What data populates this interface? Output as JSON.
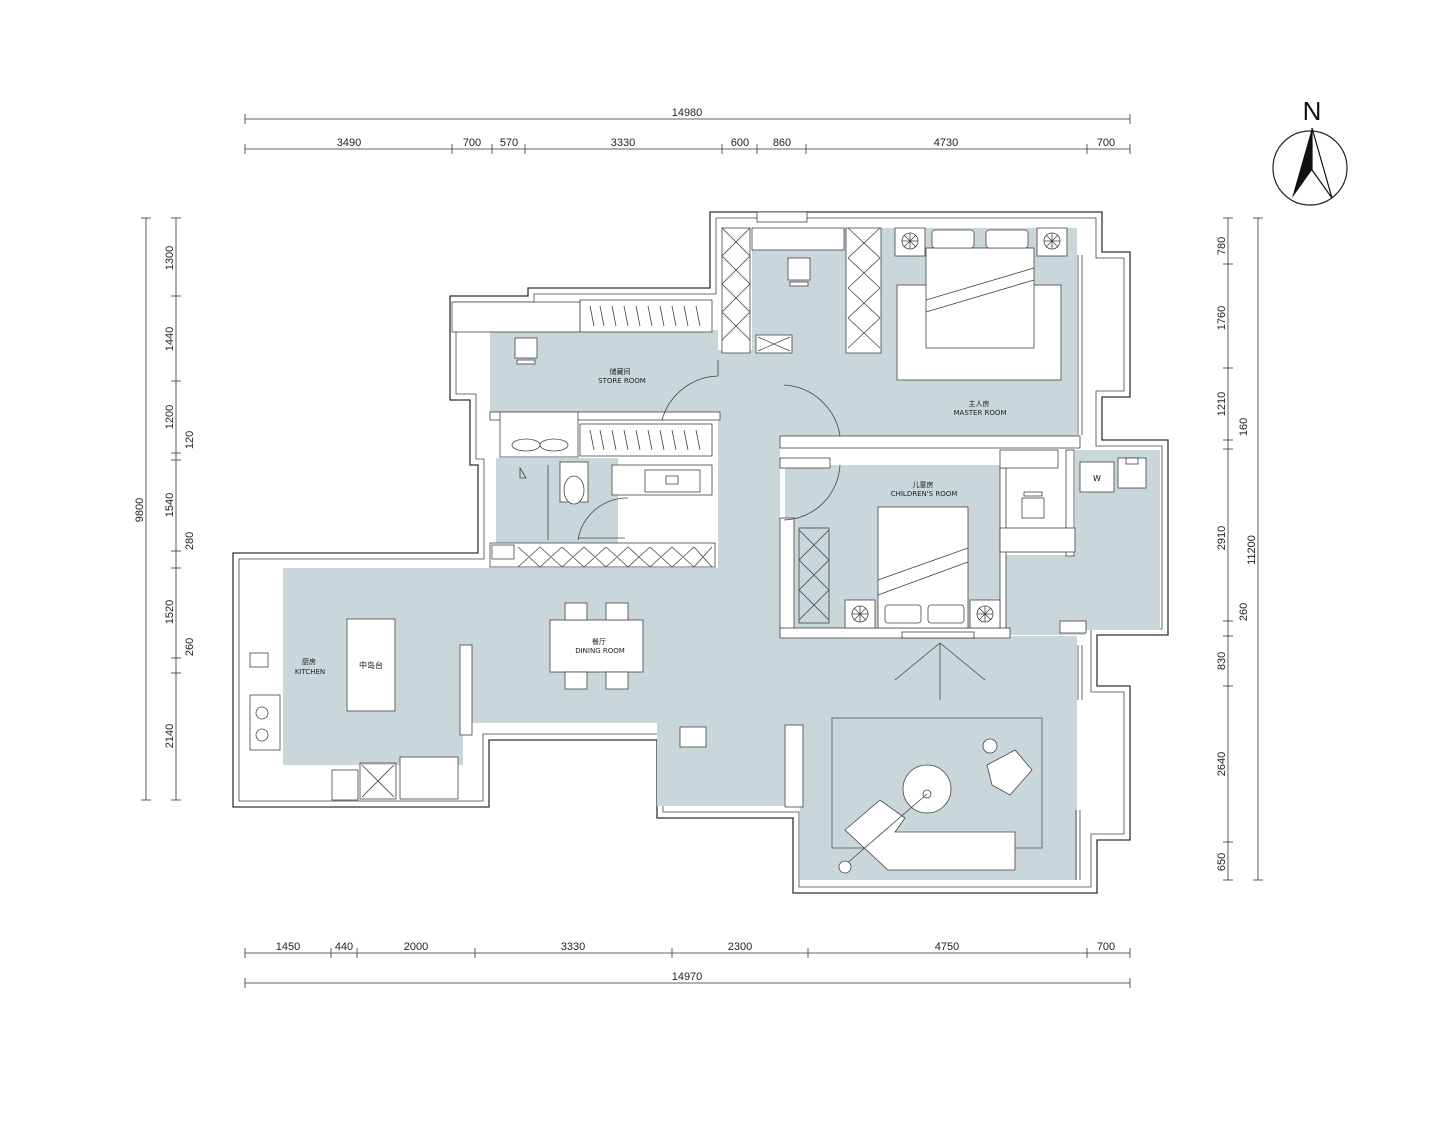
{
  "dimensions": {
    "top_total": "14980",
    "top_segments": [
      "3490",
      "700",
      "570",
      "3330",
      "600",
      "860",
      "4730",
      "700"
    ],
    "bottom_total": "14970",
    "bottom_segments": [
      "1450",
      "440",
      "2000",
      "3330",
      "2300",
      "4750",
      "700"
    ],
    "left_total": "9800",
    "left_segments": [
      "1300",
      "1440",
      "1200",
      "120",
      "1540",
      "280",
      "1520",
      "260",
      "2140"
    ],
    "right_total": "11200",
    "right_segments": [
      "780",
      "1760",
      "1210",
      "160",
      "2910",
      "260",
      "830",
      "2640",
      "650"
    ]
  },
  "compass": {
    "label": "N"
  },
  "rooms": {
    "store_cn": "储藏间",
    "store_en": "STORE ROOM",
    "master_cn": "主人房",
    "master_en": "MASTER ROOM",
    "children_cn": "儿童房",
    "children_en": "CHILDREN'S ROOM",
    "dining_cn": "餐厅",
    "dining_en": "DINING ROOM",
    "kitchen_cn": "厨房",
    "kitchen_en": "KITCHEN",
    "island_cn": "中岛台"
  },
  "washer_label": "W",
  "colors": {
    "floor": "#c9d6da",
    "wall": "#333333",
    "furniture": "#ffffff"
  }
}
